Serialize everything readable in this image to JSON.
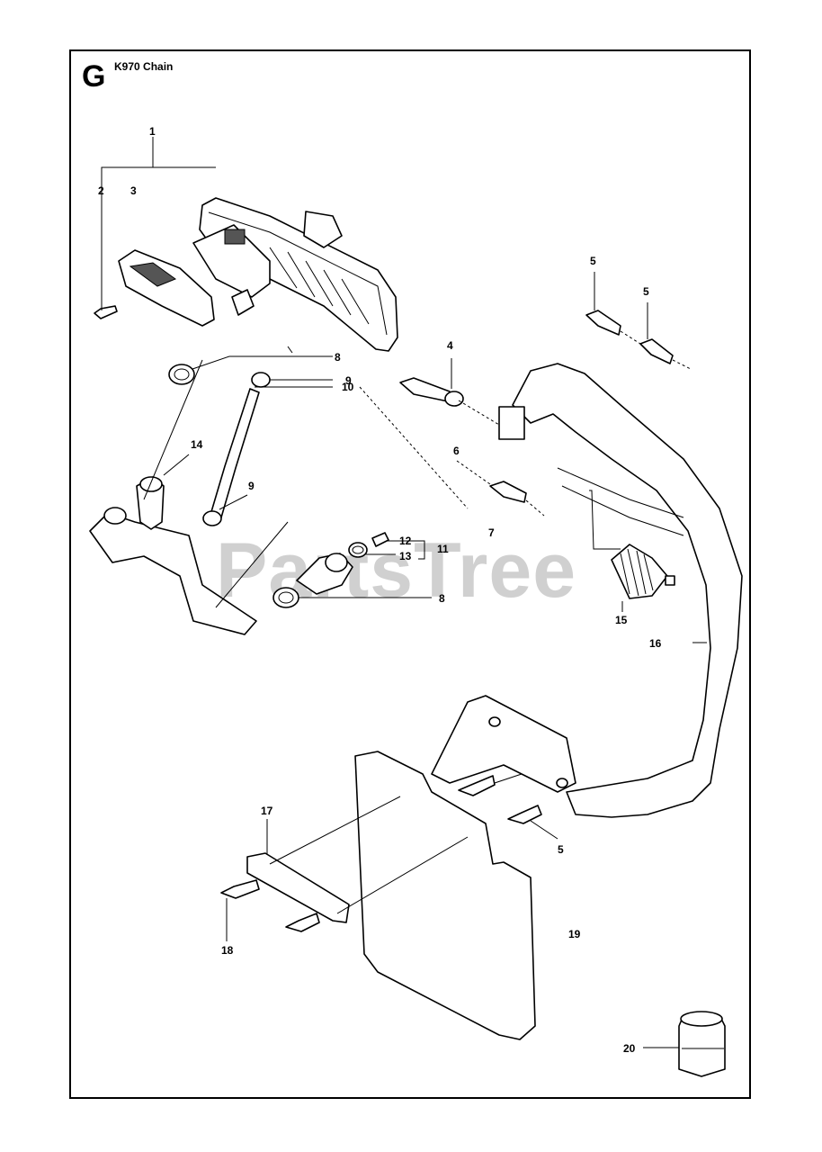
{
  "header": {
    "section": "G",
    "title": "K970 Chain"
  },
  "watermark": "PartsTree",
  "callouts": {
    "c1": "1",
    "c2": "2",
    "c3": "3",
    "c4": "4",
    "c5a": "5",
    "c5b": "5",
    "c5c": "5",
    "c6": "6",
    "c7": "7",
    "c8a": "8",
    "c8b": "8",
    "c9a": "9",
    "c9b": "9",
    "c10": "10",
    "c11": "11",
    "c12": "12",
    "c13": "13",
    "c14": "14",
    "c15": "15",
    "c16": "16",
    "c17": "17",
    "c18": "18",
    "c19": "19",
    "c20": "20"
  }
}
